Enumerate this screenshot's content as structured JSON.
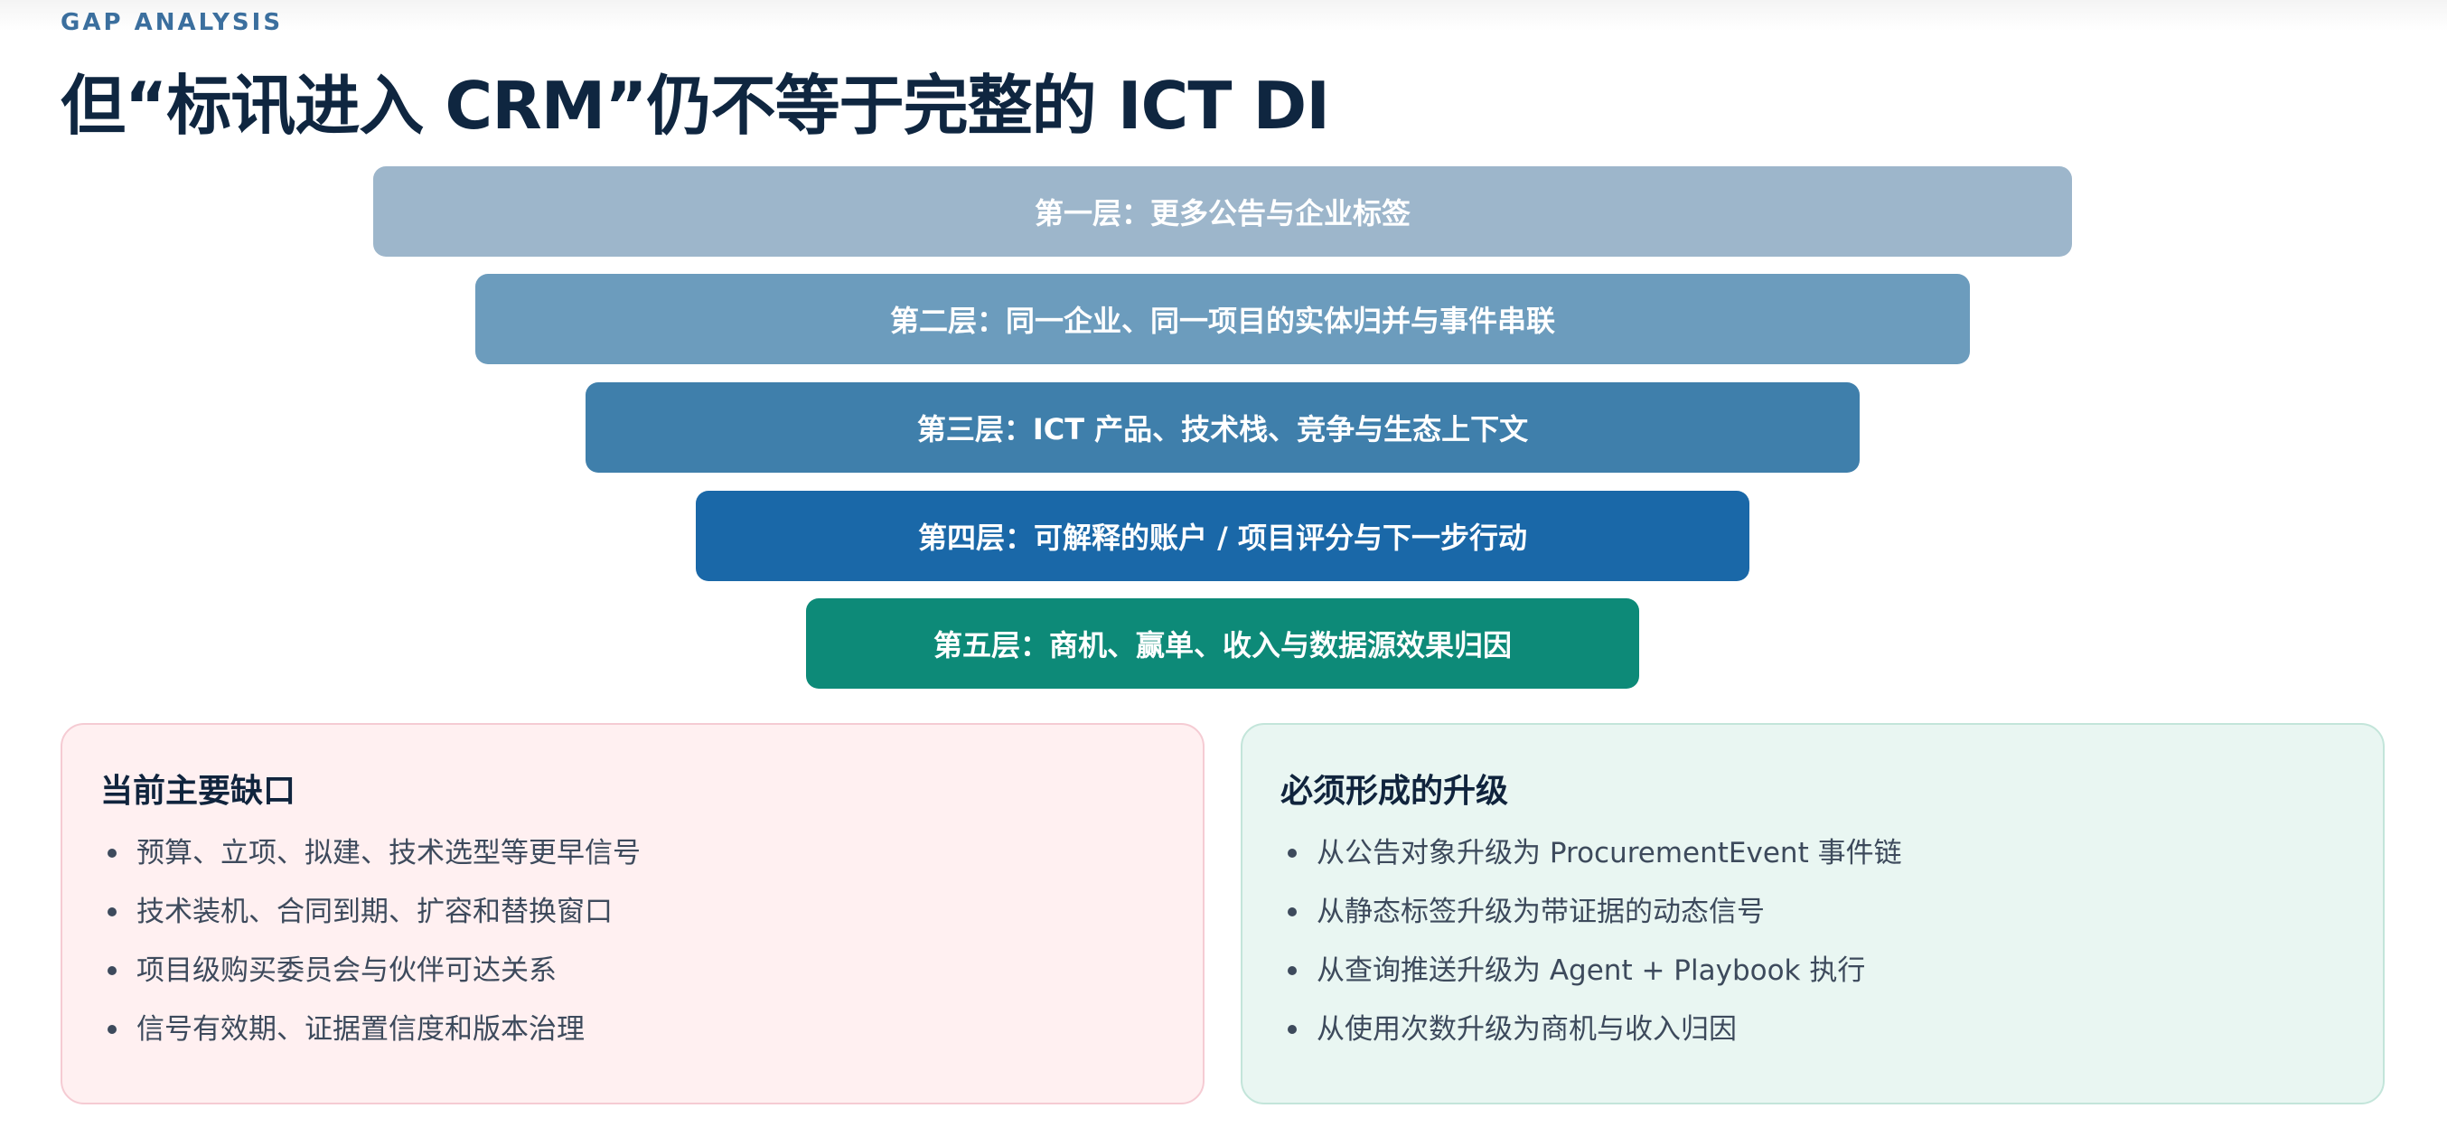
{
  "header": {
    "eyebrow": "GAP ANALYSIS",
    "title": "但“标讯进入 CRM”仍不等于完整的 ICT DI"
  },
  "funnel": {
    "layers": [
      {
        "label": "第一层：更多公告与企业标签",
        "color": "#9db6cb"
      },
      {
        "label": "第二层：同一企业、同一项目的实体归并与事件串联",
        "color": "#6c9cbd"
      },
      {
        "label": "第三层：ICT 产品、技术栈、竞争与生态上下文",
        "color": "#3f7fab"
      },
      {
        "label": "第四层：可解释的账户 / 项目评分与下一步行动",
        "color": "#1a68a8"
      },
      {
        "label": "第五层：商机、赢单、收入与数据源效果归因",
        "color": "#0d8a78"
      }
    ]
  },
  "gaps": {
    "title": "当前主要缺口",
    "items": [
      "预算、立项、拟建、技术选型等更早信号",
      "技术装机、合同到期、扩容和替换窗口",
      "项目级购买委员会与伙伴可达关系",
      "信号有效期、证据置信度和版本治理"
    ]
  },
  "upgrades": {
    "title": "必须形成的升级",
    "items": [
      "从公告对象升级为 ProcurementEvent 事件链",
      "从静态标签升级为带证据的动态信号",
      "从查询推送升级为 Agent + Playbook 执行",
      "从使用次数升级为商机与收入归因"
    ]
  },
  "colors": {
    "title": "#0f2640",
    "eyebrow": "#3b6f9e",
    "gap_card_bg": "#fff0f1",
    "gap_card_border": "#f5cbd3",
    "upgrade_card_bg": "#e9f6f2",
    "upgrade_card_border": "#c3e5da"
  }
}
